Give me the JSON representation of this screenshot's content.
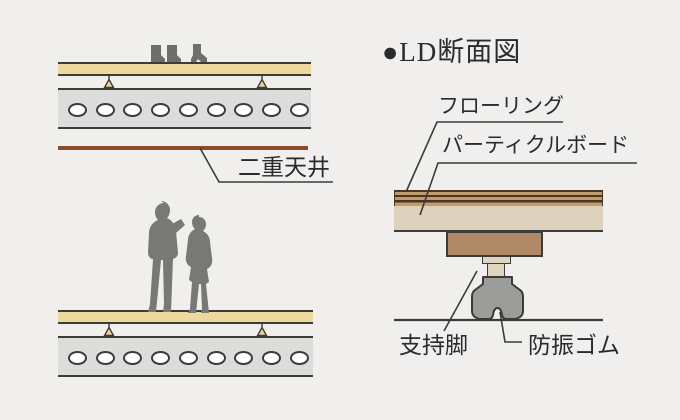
{
  "title": "●LD断面図",
  "labels": {
    "double_ceiling": "二重天井",
    "flooring": "フローリング",
    "particle_board": "パーティクルボード",
    "support_leg": "支持脚",
    "vibration_rubber": "防振ゴム"
  },
  "icons": {
    "feet": "standing-feet-silhouette",
    "couple": "standing-couple-silhouette",
    "title_bullet": "filled-circle-bullet"
  },
  "colors": {
    "background": "#f0efed",
    "flooring_tan": "#edd89e",
    "slab_gray": "#dcdcda",
    "ceiling_brown": "#8a4c2a",
    "stripe_tan": "#c19a6e",
    "stripe_dark": "#4a3424",
    "board_cream": "#ddd1bd",
    "block_brown": "#b08a68",
    "rubber_gray": "#9c9c9a",
    "line_dark": "#3b3b39",
    "text": "#2b2b2b",
    "silhouette": "#787876"
  }
}
